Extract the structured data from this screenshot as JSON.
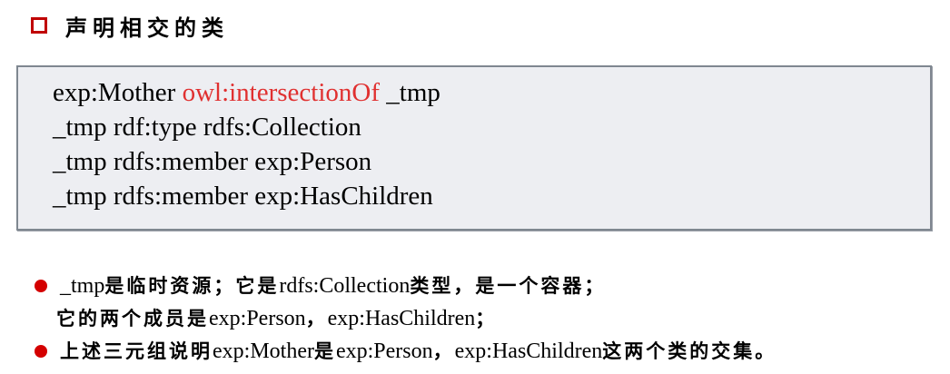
{
  "heading": {
    "title": "声明相交的类",
    "marker_color": "#c00000"
  },
  "code_block": {
    "lines": [
      {
        "parts": [
          {
            "text": "exp:Mother ",
            "color": "#000000"
          },
          {
            "text": "owl:intersectionOf",
            "color": "#e03030"
          },
          {
            "text": " _tmp",
            "color": "#000000"
          }
        ]
      },
      {
        "parts": [
          {
            "text": "_tmp rdf:type rdfs:Collection",
            "color": "#000000"
          }
        ]
      },
      {
        "parts": [
          {
            "text": "_tmp rdfs:member exp:Person",
            "color": "#000000"
          }
        ]
      },
      {
        "parts": [
          {
            "text": "_tmp rdfs:member exp:HasChildren",
            "color": "#000000"
          }
        ]
      }
    ]
  },
  "bullets": {
    "bullet_color": "#d40000",
    "item1": {
      "line1": [
        {
          "text": " _tmp",
          "type": "en"
        },
        {
          "text": "是临时资源；它是",
          "type": "cn"
        },
        {
          "text": "rdfs:Collection",
          "type": "en"
        },
        {
          "text": "类型，是一个容器；",
          "type": "cn"
        }
      ],
      "line2": [
        {
          "text": "它的两个成员是",
          "type": "cn"
        },
        {
          "text": "exp:Person",
          "type": "en"
        },
        {
          "text": "，",
          "type": "cn"
        },
        {
          "text": "exp:HasChildren",
          "type": "en"
        },
        {
          "text": "；",
          "type": "cn"
        }
      ]
    },
    "item2": {
      "line1": [
        {
          "text": "上述三元组说明",
          "type": "cn"
        },
        {
          "text": "exp:Mother",
          "type": "en"
        },
        {
          "text": "是",
          "type": "cn"
        },
        {
          "text": "exp:Person",
          "type": "en"
        },
        {
          "text": "，",
          "type": "cn"
        },
        {
          "text": "exp:HasChildren",
          "type": "en"
        },
        {
          "text": "这两个类的交集。",
          "type": "cn"
        }
      ]
    }
  }
}
